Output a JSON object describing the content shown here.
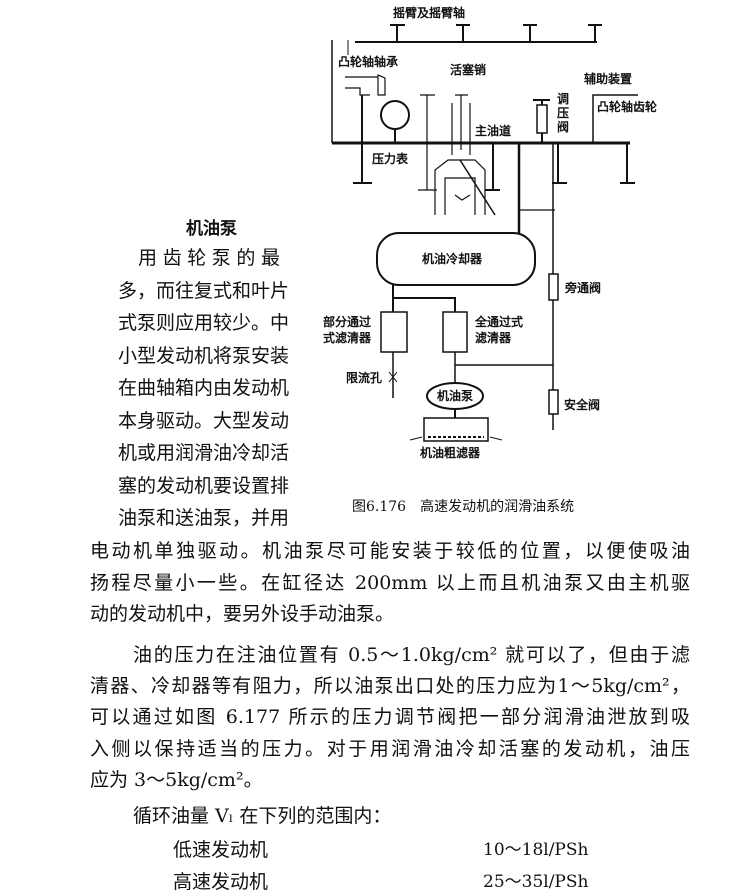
{
  "figure": {
    "labels": {
      "rocker": "摇臂及摇臂轴",
      "cam_bearing": "凸轮轴轴承",
      "piston_pin": "活塞销",
      "aux": "辅助装置",
      "cam_gear": "凸轮轴齿轮",
      "regulator": "调压阀",
      "main_gallery": "主油道",
      "gauge": "压力表",
      "cooler": "机油冷却器",
      "bypass": "旁通阀",
      "partial_filter": "部分通过式滤清器",
      "full_filter": "全通过式滤清器",
      "orifice": "限流孔",
      "pump": "机油泵",
      "safety": "安全阀",
      "strainer": "机油粗滤器"
    },
    "caption": "图6.176　高速发动机的润滑油系统"
  },
  "section": {
    "heading": "机油泵",
    "side_lines": [
      "用齿轮泵的最",
      "多，而往复式和叶片",
      "式泵则应用较少。中",
      "小型发动机将泵安装",
      "在曲轴箱内由发动机",
      "本身驱动。大型发动",
      "机或用润滑油冷却活",
      "塞的发动机要设置排",
      "油泵和送油泵，并用"
    ],
    "full_lines": [
      "电动机单独驱动。机油泵尽可能安装于较低的位置，以便使吸油",
      "扬程尽量小一些。在缸径达 200mm 以上而且机油泵又由主机驱",
      "动的发动机中，要另外设手动油泵。"
    ],
    "para2": [
      "油的压力在注油位置有 0.5～1.0kg/cm² 就可以了，但由于滤",
      "清器、冷却器等有阻力，所以油泵出口处的压力应为1～5kg/cm²，",
      "可以通过如图 6.177 所示的压力调节阀把一部分润滑油泄放到吸",
      "入侧以保持适当的压力。对于用润滑油冷却活塞的发动机，油压",
      "应为 3～5kg/cm²。"
    ],
    "para3": "循环油量 Vₗ 在下列的范围内：",
    "rows": [
      {
        "name": "低速发动机",
        "value": "10～18l/PSh"
      },
      {
        "name": "高速发动机",
        "value": "25～35l/PSh"
      }
    ]
  }
}
